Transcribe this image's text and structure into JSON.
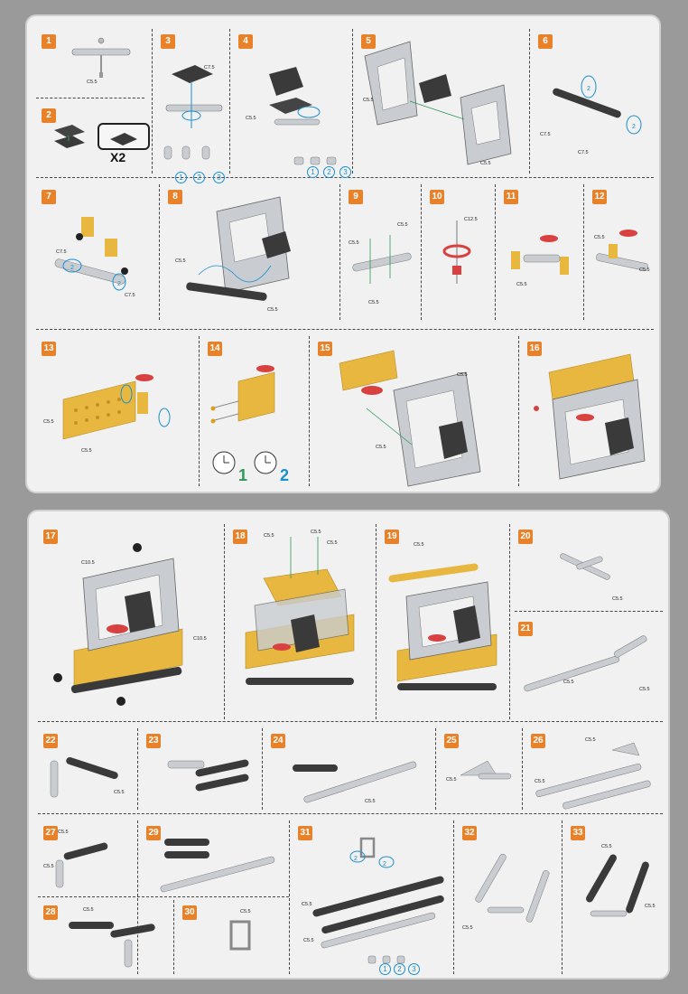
{
  "sheets": {
    "top": {
      "steps": [
        {
          "num": "1",
          "parts": [
            "C5.5"
          ]
        },
        {
          "num": "2",
          "multiplier": "X2"
        },
        {
          "num": "3",
          "parts": [
            "C7.5"
          ],
          "sequence": [
            "1",
            "2",
            "3"
          ]
        },
        {
          "num": "4",
          "parts": [
            "C5.5"
          ],
          "sequence": [
            "1",
            "2",
            "3"
          ]
        },
        {
          "num": "5",
          "parts": [
            "C5.5",
            "C5.5"
          ]
        },
        {
          "num": "6",
          "parts": [
            "C7.5",
            "C7.5",
            "2",
            "2"
          ]
        },
        {
          "num": "7",
          "parts": [
            "C7.5",
            "C7.5",
            "2",
            "2"
          ]
        },
        {
          "num": "8",
          "parts": [
            "C5.5",
            "C5.5"
          ]
        },
        {
          "num": "9",
          "parts": [
            "C5.5",
            "C5.5",
            "C5.5"
          ]
        },
        {
          "num": "10",
          "parts": [
            "C12.5"
          ]
        },
        {
          "num": "11",
          "parts": [
            "C5.5"
          ]
        },
        {
          "num": "12",
          "parts": [
            "C5.5",
            "C5.5"
          ]
        },
        {
          "num": "13",
          "parts": [
            "C5.5",
            "C5.5"
          ]
        },
        {
          "num": "14",
          "sequence": [
            "1",
            "2"
          ]
        },
        {
          "num": "15",
          "parts": [
            "C5.5",
            "C5.5"
          ]
        },
        {
          "num": "16",
          "parts": []
        }
      ]
    },
    "bottom": {
      "steps": [
        {
          "num": "17",
          "parts": [
            "C10.5",
            "C10.5"
          ]
        },
        {
          "num": "18",
          "parts": [
            "C5.5",
            "C5.5",
            "C5.5"
          ]
        },
        {
          "num": "19",
          "parts": [
            "C5.5"
          ]
        },
        {
          "num": "20",
          "parts": [
            "C5.5"
          ]
        },
        {
          "num": "21",
          "parts": [
            "C5.5",
            "C5.5"
          ]
        },
        {
          "num": "22",
          "parts": [
            "C5.5"
          ]
        },
        {
          "num": "23",
          "parts": []
        },
        {
          "num": "24",
          "parts": [
            "C5.5"
          ]
        },
        {
          "num": "25",
          "parts": [
            "C5.5"
          ]
        },
        {
          "num": "26",
          "parts": [
            "C5.5",
            "C5.5"
          ]
        },
        {
          "num": "27",
          "parts": [
            "C5.5",
            "C5.5"
          ]
        },
        {
          "num": "28",
          "parts": [
            "C5.5"
          ]
        },
        {
          "num": "29",
          "parts": []
        },
        {
          "num": "30",
          "parts": [
            "C5.5"
          ]
        },
        {
          "num": "31",
          "parts": [
            "C5.5",
            "C5.5",
            "2",
            "2"
          ],
          "sequence": [
            "1",
            "2",
            "3"
          ]
        },
        {
          "num": "32",
          "parts": [
            "C5.5"
          ]
        },
        {
          "num": "33",
          "parts": [
            "C5.5",
            "C5.5"
          ]
        }
      ]
    }
  },
  "colors": {
    "badge": "#e8822a",
    "highlight": "#1a8fd0",
    "assembly_line": "#2a9a5a",
    "panel_yellow": "#e7b73f",
    "metal": "#bfc3c7",
    "seat": "#3a3a3a",
    "wheel_red": "#d94040"
  },
  "icons": [
    "clock-icon",
    "screw-icon",
    "nut-icon",
    "seat-icon",
    "steering-wheel-icon"
  ]
}
